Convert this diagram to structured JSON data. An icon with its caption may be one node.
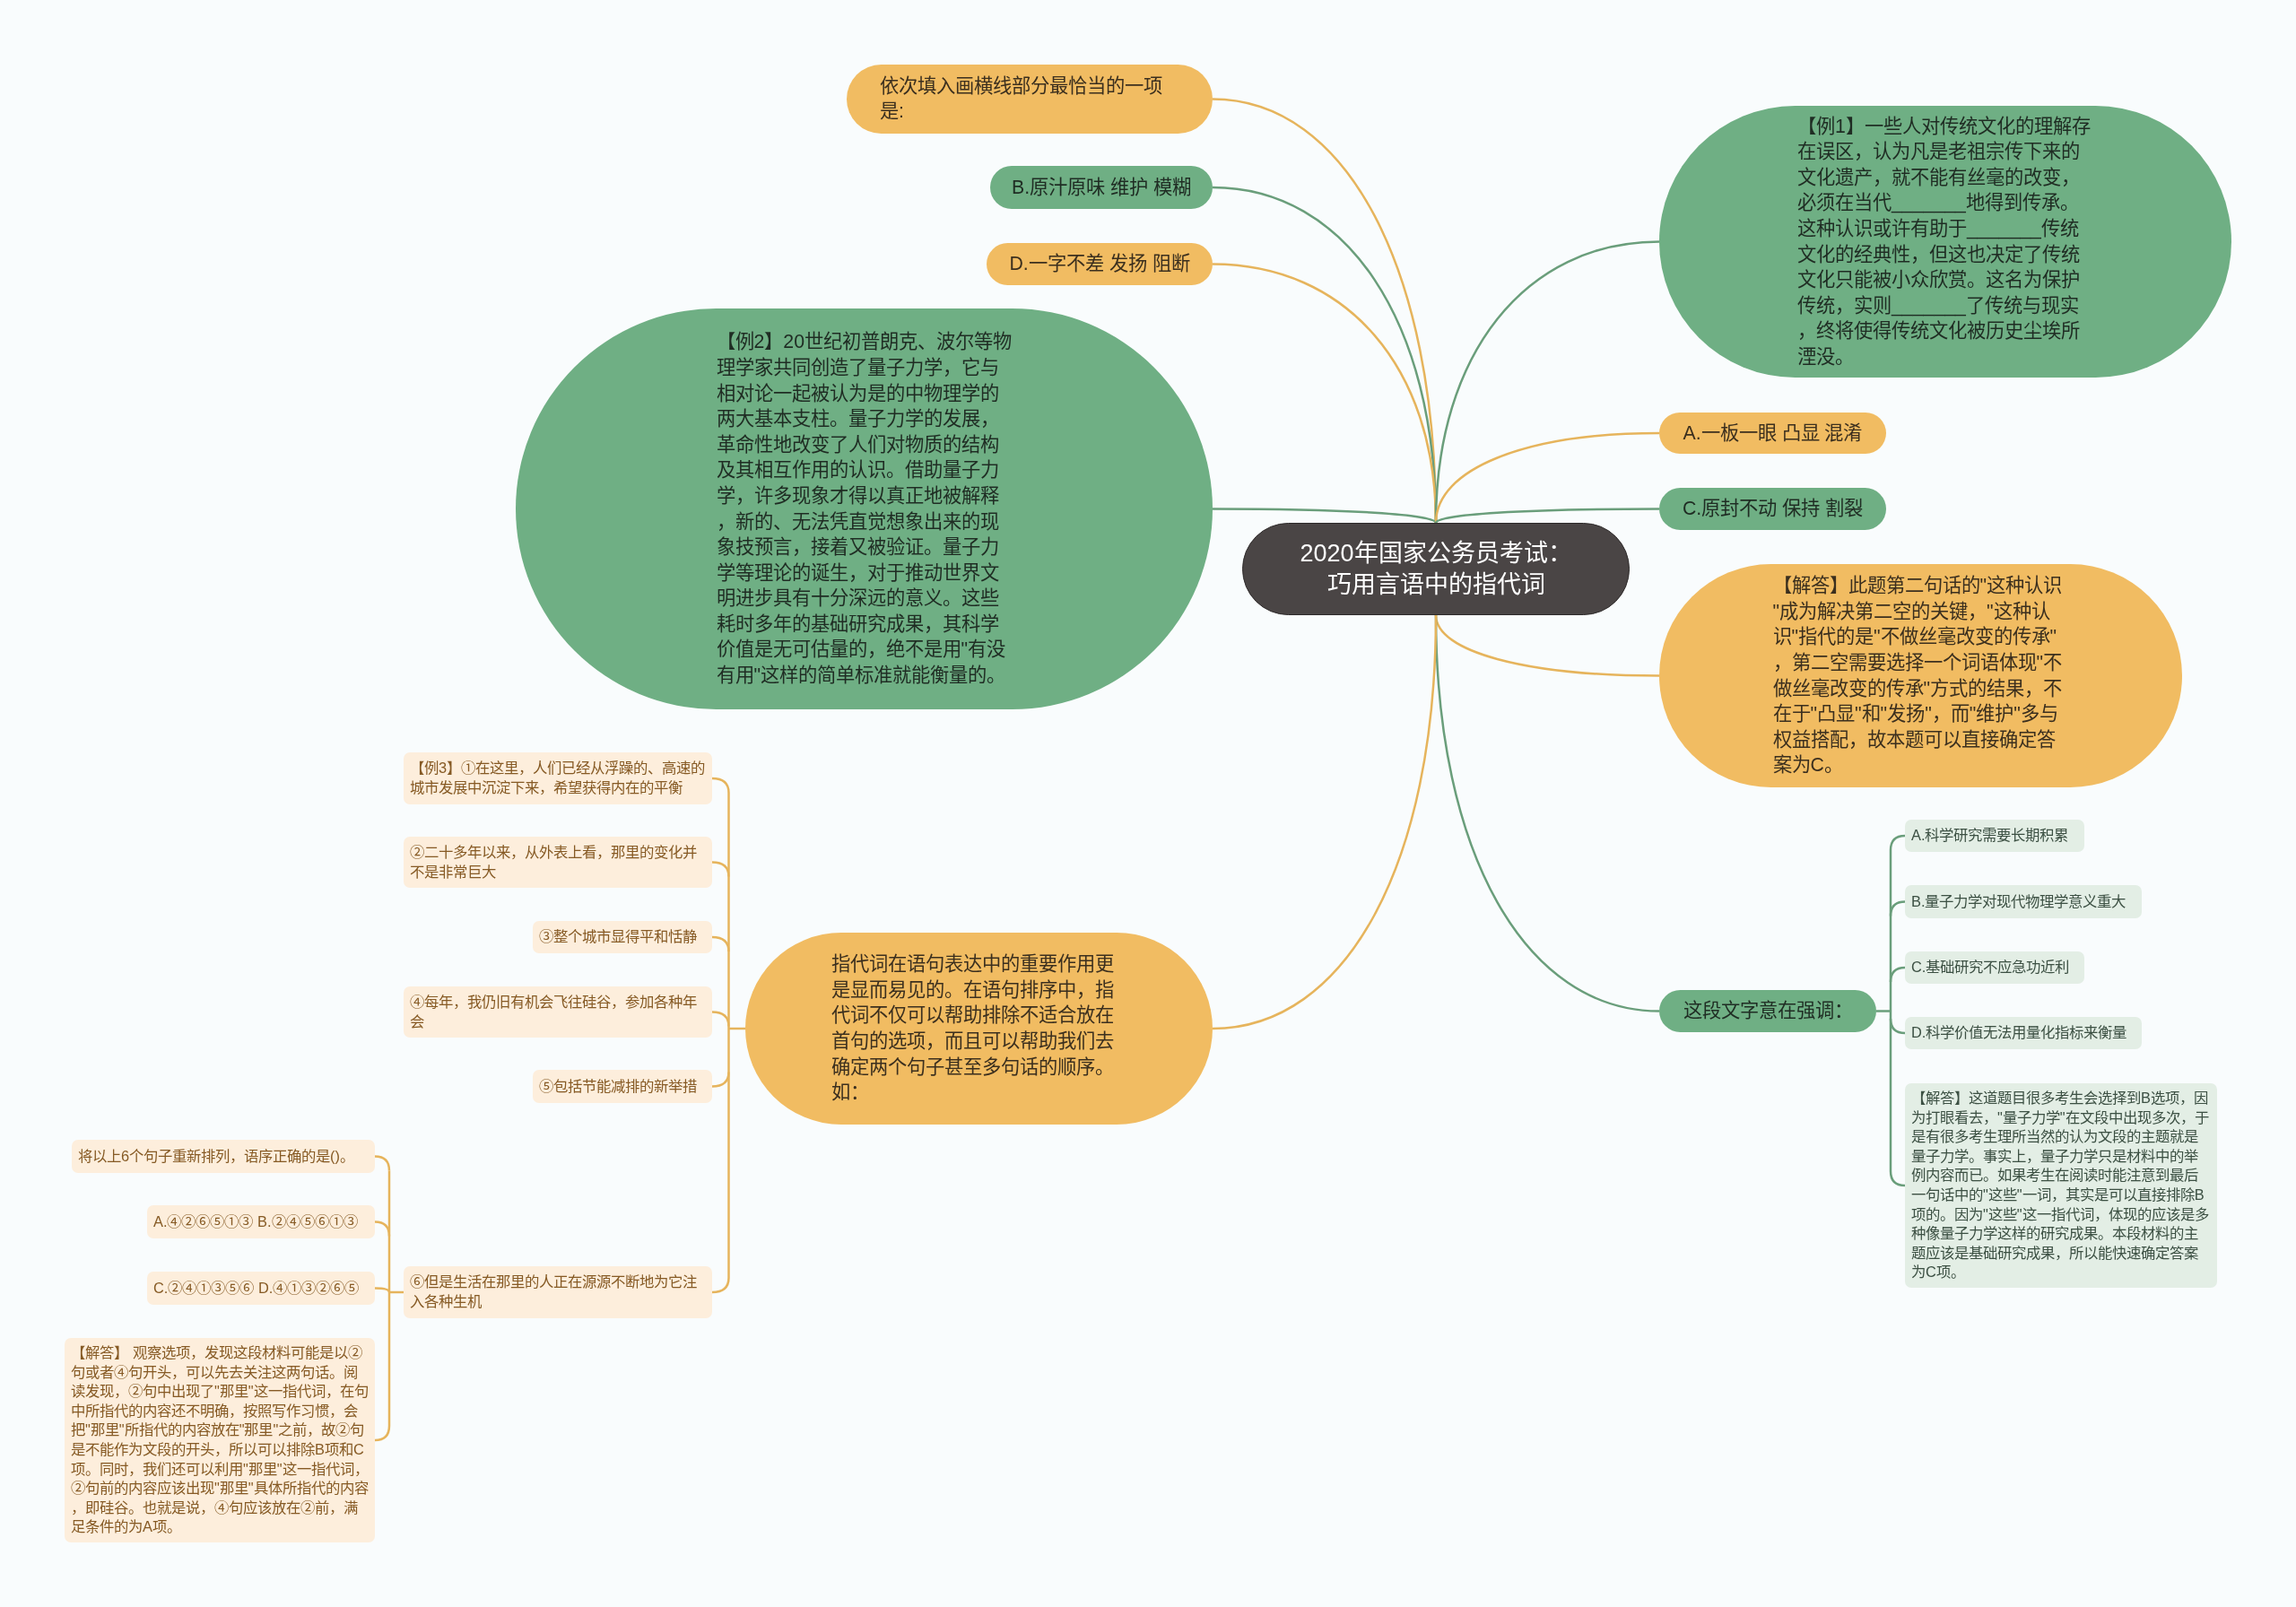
{
  "diagram": {
    "nodes": [
      {
        "text": [
          "2020年国家公务员考试：巧用言语中的指代词"
        ]
      },
      {
        "text": [
          "依次填入画横线部分最恰当的一项是:"
        ]
      },
      {
        "text": [
          "B.原汁原味 维护 模糊"
        ]
      },
      {
        "text": [
          "D.一字不差 发扬 阻断"
        ]
      },
      {
        "text": [
          "【例1】一些人对传统文化的理解存在误区，认为凡是老祖宗传下来的文化遗产，就不能有丝毫的改变，必须在当代_______地得到传承。这种认识或许有助于_______传统文化的经典性，但这也决定了传统文化只能被小众欣赏。这名为保护传统，实则_______了传统与现实，终将使得传统文化被历史尘埃所湮没。"
        ]
      },
      {
        "text": [
          "【例2】20世纪初普朗克、波尔等物理学家共同创造了量子力学，它与相对论一起被认为是的中物理学的两大基本支柱。量子力学的发展，革命性地改变了人们对物质的结构及其相互作用的认识。借助量子力学，许多现象才得以真正地被解释，新的、无法凭直觉想象出来的现象技预言，接着又被验证。量子力学等理论的诞生，对于推动世界文明进步具有十分深远的意义。这些耗时多年的基础研究成果，其科学价值是无可估量的，绝不是用\"有没有用\"这样的简单标准就能衡量的。"
        ]
      },
      {
        "text": [
          "A.一板一眼 凸显 混淆"
        ]
      },
      {
        "text": [
          "C.原封不动 保持 割裂"
        ]
      },
      {
        "text": [
          "【解答】此题第二句话的\"这种认识\"成为解决第二空的关键，\"这种认识\"指代的是\"不做丝毫改变的传承\"，第二空需要选择一个词语体现\"不做丝毫改变的传承\"方式的结果，不在于\"凸显\"和\"发扬\"，而\"维护\"多与权益搭配，故本题可以直接确定答案为C。"
        ]
      },
      {
        "text": [
          "这段文字意在强调："
        ]
      },
      {
        "text": [
          "A.科学研究需要长期积累"
        ]
      },
      {
        "text": [
          "B.量子力学对现代物理学意义重大"
        ]
      },
      {
        "text": [
          "C.基础研究不应急功近利"
        ]
      },
      {
        "text": [
          "D.科学价值无法用量化指标来衡量"
        ]
      },
      {
        "text": [
          "【解答】这道题目很多考生会选择到B选项，因为打眼看去，\"量子力学\"在文段中出现多次，于是有很多考生理所当然的认为文段的主题就是量子力学。事实上，量子力学只是材料中的举例内容而已。如果考生在阅读时能注意到最后一句话中的\"这些\"一词，其实是可以直接排除B项的。因为\"这些\"这一指代词，体现的应该是多种像量子力学这样的研究成果。本段材料的主题应该是基础研究成果，所以能快速确定答案为C项。"
        ]
      },
      {
        "text": [
          "指代词在语句表达中的重要作用更是显而易见的。在语句排序中，指代词不仅可以帮助排除不适合放在首句的选项，而且可以帮助我们去确定两个句子甚至多句话的顺序。如："
        ]
      },
      {
        "text": [
          "【例3】①在这里，人们已经从浮躁的、高速的城市发展中沉淀下来，希望获得内在的平衡"
        ]
      },
      {
        "text": [
          "②二十多年以来，从外表上看，那里的变化并不是非常巨大"
        ]
      },
      {
        "text": [
          "③整个城市显得平和恬静"
        ]
      },
      {
        "text": [
          "④每年，我仍旧有机会飞往硅谷，参加各种年会"
        ]
      },
      {
        "text": [
          "⑤包括节能减排的新举措"
        ]
      },
      {
        "text": [
          "⑥但是生活在那里的人正在源源不断地为它注入各种生机"
        ]
      },
      {
        "text": [
          "将以上6个句子重新排列，语序正确的是()。"
        ]
      },
      {
        "text": [
          "A.④②⑥⑤①③ B.②④⑤⑥①③"
        ]
      },
      {
        "text": [
          "C.②④①③⑤⑥ D.④①③②⑥⑤"
        ]
      },
      {
        "text": [
          "【解答】 观察选项，发现这段材料可能是以②句或者④句开头，可以先去关注这两句话。阅读发现，②句中出现了\"那里\"这一指代词，在句中所指代的内容还不明确，按照写作习惯，会把\"那里\"所指代的内容放在\"那里\"之前，故②句是不能作为文段的开头，所以可以排除B项和C项。同时，我们还可以利用\"那里\"这一指代词，②句前的内容应该出现\"那里\"具体所指代的内容，即硅谷。也就是说，④句应该放在②前，满足条件的为A项。"
        ]
      }
    ],
    "edges": [
      {
        "from": 0,
        "to": 1,
        "arrow": "none"
      },
      {
        "from": 0,
        "to": 2,
        "arrow": "none",
        "color": "#6a9e7b"
      },
      {
        "from": 0,
        "to": 3,
        "arrow": "none"
      },
      {
        "from": 0,
        "to": 4,
        "arrow": "none",
        "color": "#6a9e7b"
      },
      {
        "from": 0,
        "to": 5,
        "arrow": "none",
        "color": "#6a9e7b"
      },
      {
        "from": 0,
        "to": 6,
        "arrow": "none"
      },
      {
        "from": 0,
        "to": 7,
        "arrow": "none",
        "color": "#6a9e7b"
      },
      {
        "from": 0,
        "to": 8,
        "arrow": "none"
      },
      {
        "from": 0,
        "to": 9,
        "arrow": "none",
        "color": "#6a9e7b"
      },
      {
        "from": 0,
        "to": 15,
        "arrow": "none"
      },
      {
        "from": 9,
        "to": 10,
        "arrow": "none",
        "color": "#6a9e7b"
      },
      {
        "from": 9,
        "to": 11,
        "arrow": "none",
        "color": "#6a9e7b"
      },
      {
        "from": 9,
        "to": 12,
        "arrow": "none",
        "color": "#6a9e7b"
      },
      {
        "from": 9,
        "to": 13,
        "arrow": "none",
        "color": "#6a9e7b"
      },
      {
        "from": 9,
        "to": 14,
        "arrow": "none",
        "color": "#6a9e7b"
      },
      {
        "from": 15,
        "to": 16,
        "arrow": "none"
      },
      {
        "from": 15,
        "to": 17,
        "arrow": "none"
      },
      {
        "from": 15,
        "to": 18,
        "arrow": "none"
      },
      {
        "from": 15,
        "to": 19,
        "arrow": "none"
      },
      {
        "from": 15,
        "to": 20,
        "arrow": "none"
      },
      {
        "from": 15,
        "to": 21,
        "arrow": "none"
      },
      {
        "from": 21,
        "to": 22,
        "arrow": "none"
      },
      {
        "from": 21,
        "to": 23,
        "arrow": "none"
      },
      {
        "from": 21,
        "to": 24,
        "arrow": "none"
      },
      {
        "from": 21,
        "to": 25,
        "arrow": "none"
      }
    ]
  }
}
